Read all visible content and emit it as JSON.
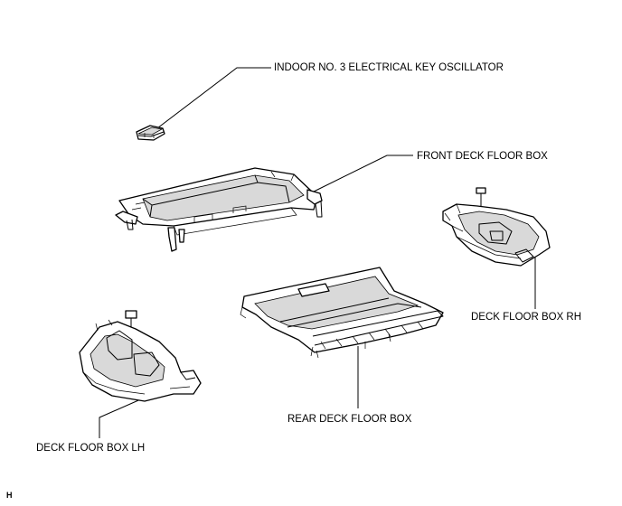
{
  "labels": {
    "oscillator": "INDOOR NO. 3 ELECTRICAL KEY OSCILLATOR",
    "front_box": "FRONT DECK FLOOR BOX",
    "box_rh": "DECK FLOOR BOX RH",
    "rear_box": "REAR DECK FLOOR BOX",
    "box_lh": "DECK FLOOR BOX LH"
  },
  "figure_code": "H"
}
